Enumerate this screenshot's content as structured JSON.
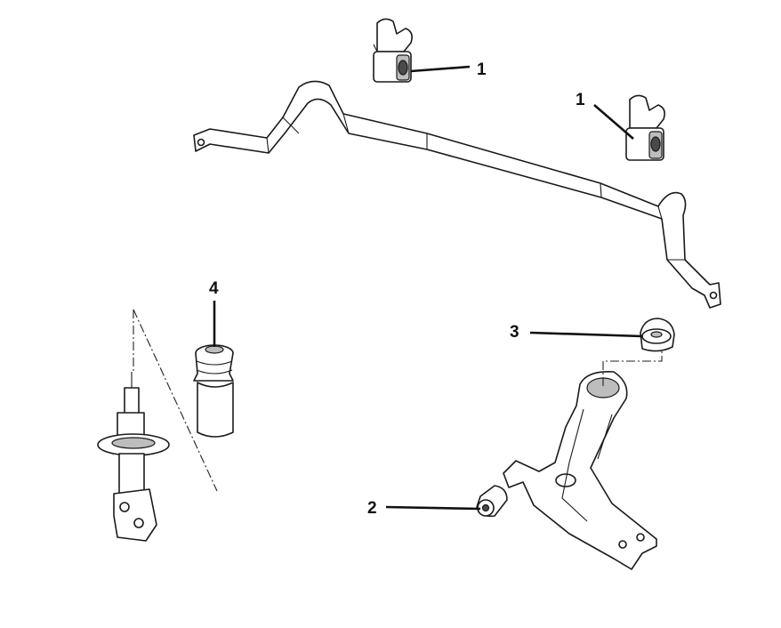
{
  "callouts": [
    {
      "id": "bushing-top",
      "label": "1"
    },
    {
      "id": "bushing-right",
      "label": "1"
    },
    {
      "id": "arm-bushing",
      "label": "2"
    },
    {
      "id": "ball-joint-bushing",
      "label": "3"
    },
    {
      "id": "strut-boot",
      "label": "4"
    }
  ],
  "colors": {
    "line": "#1a1a1a",
    "fill": "#ffffff",
    "shade": "#bdbdbd"
  }
}
